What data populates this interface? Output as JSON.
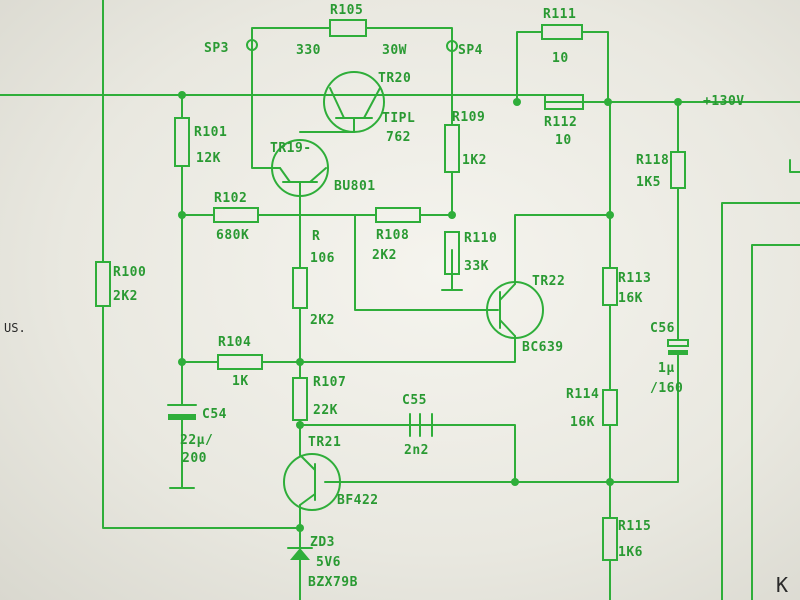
{
  "nodes": {
    "SP3": "SP3",
    "SP4": "SP4",
    "rail": "+130V"
  },
  "components": {
    "R105": {
      "ref": "R105",
      "value": "330",
      "extra": "30W"
    },
    "R111": {
      "ref": "R111",
      "value": "10"
    },
    "R112": {
      "ref": "R112",
      "value": "10"
    },
    "R101": {
      "ref": "R101",
      "value": "12K"
    },
    "R102": {
      "ref": "R102",
      "value": "680K"
    },
    "R109": {
      "ref": "R109",
      "value": "1K2"
    },
    "R108": {
      "ref": "R108",
      "value": "2K2"
    },
    "R110": {
      "ref": "R110",
      "value": "33K"
    },
    "R106": {
      "ref_a": "R",
      "ref_b": "106",
      "value": "2K2"
    },
    "R100": {
      "ref": "R100",
      "value": "2K2"
    },
    "R104": {
      "ref": "R104",
      "value": "1K"
    },
    "R107": {
      "ref": "R107",
      "value": "22K"
    },
    "R118": {
      "ref": "R118",
      "value": "1K5"
    },
    "R113": {
      "ref": "R113",
      "value": "16K"
    },
    "R114": {
      "ref": "R114",
      "value": "16K"
    },
    "R115": {
      "ref": "R115",
      "value": "1K6"
    },
    "C54": {
      "ref": "C54",
      "value_a": "22µ/",
      "value_b": "200"
    },
    "C55": {
      "ref": "C55",
      "value": "2n2"
    },
    "C56": {
      "ref": "C56",
      "value_a": "1µ",
      "value_b": "/160"
    },
    "TR19": {
      "ref": "TR19-",
      "type": "BU801"
    },
    "TR20": {
      "ref": "TR20",
      "type_a": "TIPL",
      "type_b": "762"
    },
    "TR21": {
      "ref": "TR21",
      "type": "BF422"
    },
    "TR22": {
      "ref": "TR22",
      "type": "BC639"
    },
    "ZD3": {
      "ref": "ZD3",
      "value": "5V6",
      "type": "BZX79B"
    }
  },
  "margin": {
    "left_text": "US.",
    "right_text": "K"
  },
  "colors": {
    "ink": "#2fae3a",
    "paper": "#efeee8"
  }
}
